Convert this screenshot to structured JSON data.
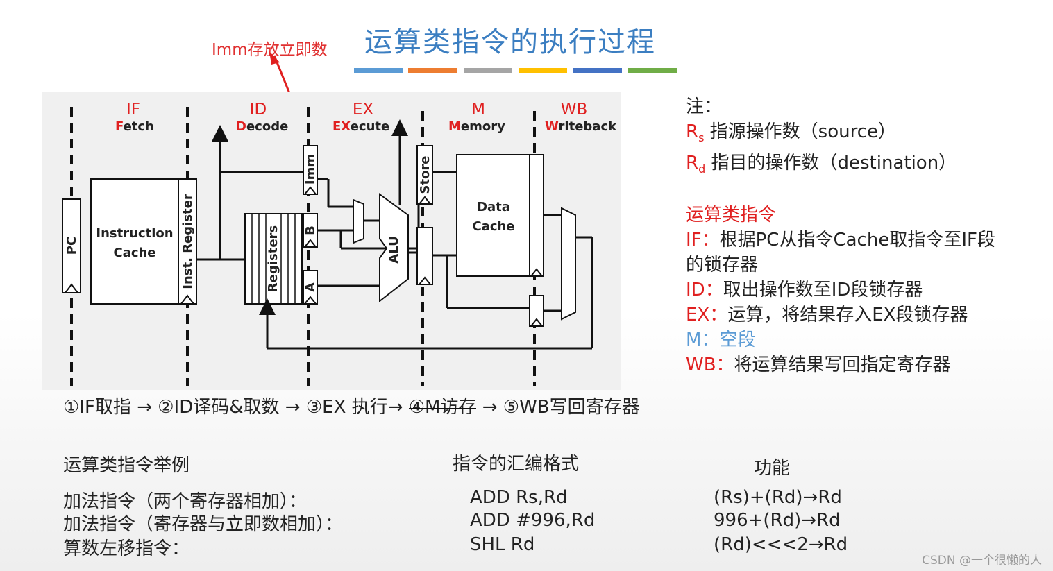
{
  "title": "运算类指令的执行过程",
  "imm_note": "Imm存放立即数",
  "accent_bars": [
    "#5b9bd5",
    "#ed7d31",
    "#a5a5a5",
    "#ffc000",
    "#4472c4",
    "#70ad47"
  ],
  "diagram": {
    "stages": [
      {
        "big": "IF",
        "sub_first": "F",
        "sub_rest": "etch"
      },
      {
        "big": "ID",
        "sub_first": "D",
        "sub_rest": "ecode"
      },
      {
        "big": "EX",
        "sub_first": "EX",
        "sub_rest": "ecute"
      },
      {
        "big": "M",
        "sub_first": "M",
        "sub_rest": "emory"
      },
      {
        "big": "WB",
        "sub_first": "W",
        "sub_rest": "riteback"
      }
    ],
    "labels": {
      "pc": "PC",
      "icache_1": "Instruction",
      "icache_2": "Cache",
      "ir": "Inst. Register",
      "registers": "Registers",
      "imm": "Imm",
      "b": "B",
      "a": "A",
      "alu": "ALU",
      "store": "Store",
      "dcache_1": "Data",
      "dcache_2": "Cache"
    }
  },
  "notes": {
    "heading": "注：",
    "rs_sym": "R",
    "rs_sub": "s",
    "rs_text": " 指源操作数（source）",
    "rd_sym": "R",
    "rd_sub": "d",
    "rd_text": " 指目的操作数（destination）",
    "section": "运算类指令",
    "items": [
      {
        "tag": "IF：",
        "text": "根据PC从指令Cache取指令至IF段"
      },
      {
        "tag": "",
        "text": "的锁存器"
      },
      {
        "tag": "ID：",
        "text": "取出操作数至ID段锁存器"
      },
      {
        "tag": "EX：",
        "text": "运算，将结果存入EX段锁存器"
      },
      {
        "tag": "M：",
        "text": "空段"
      },
      {
        "tag": "WB：",
        "text": "将运算结果写回指定寄存器"
      }
    ]
  },
  "pipeline": {
    "s1": "①IF取指 → ②ID译码&取数 → ③EX 执行→ ",
    "s4": "④M访存",
    "s5": " → ⑤WB写回寄存器"
  },
  "table": {
    "headers": [
      "运算类指令举例",
      "指令的汇编格式",
      "功能"
    ],
    "rows": [
      [
        "加法指令（两个寄存器相加）：",
        "ADD  Rs,Rd",
        "(Rs)+(Rd)→Rd"
      ],
      [
        "加法指令（寄存器与立即数相加）：",
        "ADD  #996,Rd",
        "996+(Rd)→Rd"
      ],
      [
        "算数左移指令：",
        "SHL   Rd",
        "(Rd)<<<2→Rd"
      ]
    ]
  },
  "watermark": "CSDN @一个很懒的人"
}
